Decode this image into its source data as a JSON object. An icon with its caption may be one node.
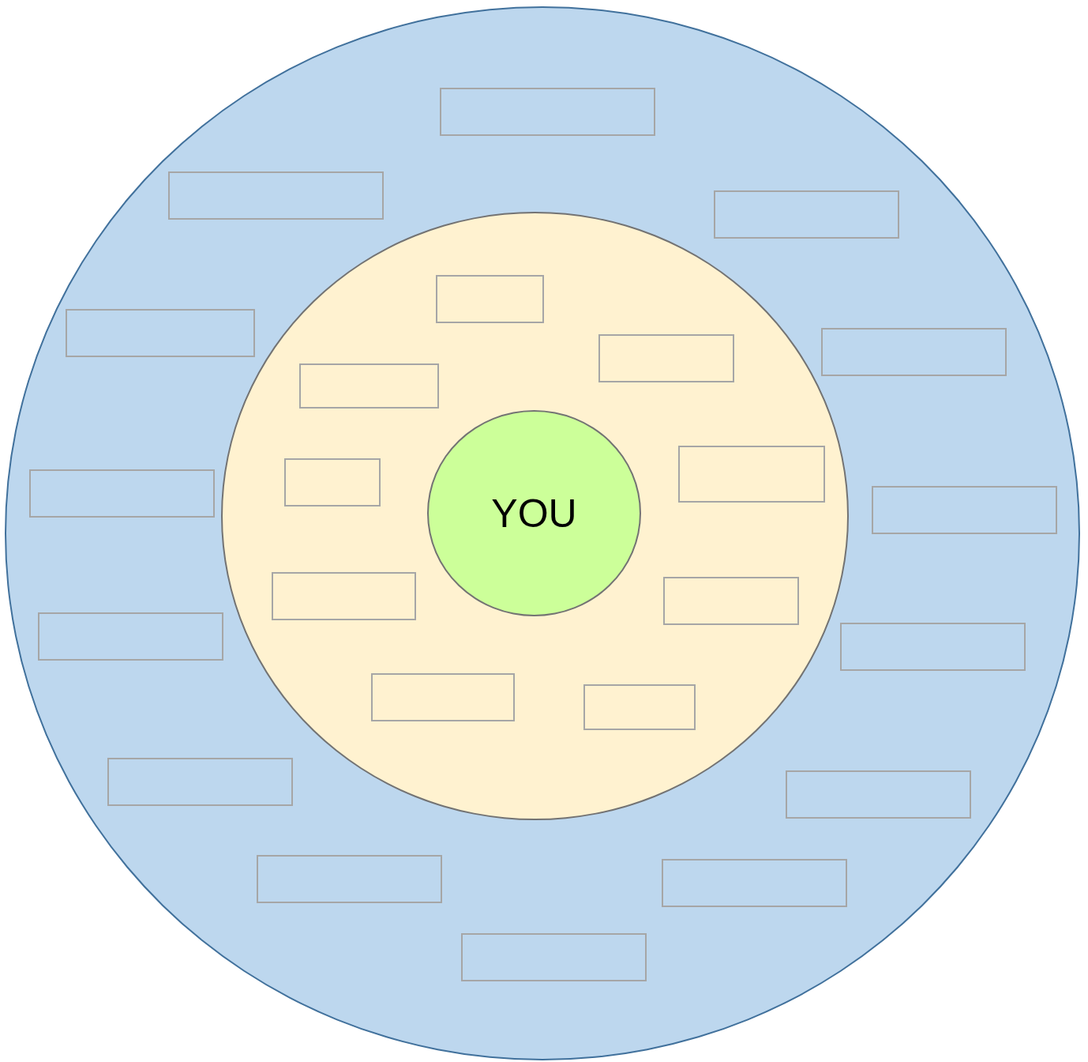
{
  "diagram": {
    "nodes": [
      {
        "text": [],
        "shape": "circle"
      },
      {
        "text": [],
        "shape": "circle",
        "in": 0
      },
      {
        "text": [
          "YOU"
        ],
        "in": 1
      },
      {
        "text": [],
        "shape": "box",
        "in": 0
      },
      {
        "text": [],
        "shape": "box",
        "in": 0
      },
      {
        "text": [],
        "shape": "box",
        "in": 0
      },
      {
        "text": [],
        "shape": "box",
        "in": 0
      },
      {
        "text": [],
        "shape": "box",
        "in": 0
      },
      {
        "text": [],
        "shape": "box",
        "in": 0
      },
      {
        "text": [],
        "shape": "box",
        "in": 0
      },
      {
        "text": [],
        "shape": "box",
        "in": 0
      },
      {
        "text": [],
        "shape": "box",
        "in": 0
      },
      {
        "text": [],
        "shape": "box",
        "in": 0
      },
      {
        "text": [],
        "shape": "box",
        "in": 0
      },
      {
        "text": [],
        "shape": "box",
        "in": 0
      },
      {
        "text": [],
        "shape": "box",
        "in": 0
      },
      {
        "text": [],
        "shape": "box",
        "in": 0
      },
      {
        "text": [],
        "shape": "box",
        "in": 1
      },
      {
        "text": [],
        "shape": "box",
        "in": 1
      },
      {
        "text": [],
        "shape": "box",
        "in": 1
      },
      {
        "text": [],
        "shape": "box",
        "in": 1
      },
      {
        "text": [],
        "shape": "box",
        "in": 1
      },
      {
        "text": [],
        "shape": "box",
        "in": 1
      },
      {
        "text": [],
        "shape": "box",
        "in": 1
      },
      {
        "text": [],
        "shape": "box",
        "in": 1
      },
      {
        "text": [],
        "shape": "box",
        "in": 1
      }
    ]
  }
}
